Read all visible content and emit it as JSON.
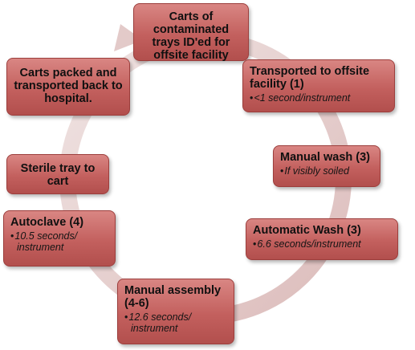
{
  "steps": [
    {
      "title": "Carts of contaminated trays ID'ed for offsite facility",
      "bullets": []
    },
    {
      "title": "Transported to offsite facility (1)",
      "bullets": [
        "<1 second/instrument"
      ]
    },
    {
      "title": "Manual wash (3)",
      "bullets": [
        "If visibly soiled"
      ]
    },
    {
      "title": "Automatic Wash (3)",
      "bullets": [
        "6.6 seconds/instrument"
      ]
    },
    {
      "title": "Manual assembly (4-6)",
      "bullets": [
        "12.6 seconds/ instrument"
      ]
    },
    {
      "title": "Autoclave (4)",
      "bullets": [
        "10.5 seconds/ instrument"
      ]
    },
    {
      "title": "Sterile tray to cart",
      "bullets": []
    },
    {
      "title": "Carts packed and transported back to hospital.",
      "bullets": []
    }
  ],
  "colors": {
    "box": "#c3605e",
    "ring": "#e7d0cf"
  }
}
